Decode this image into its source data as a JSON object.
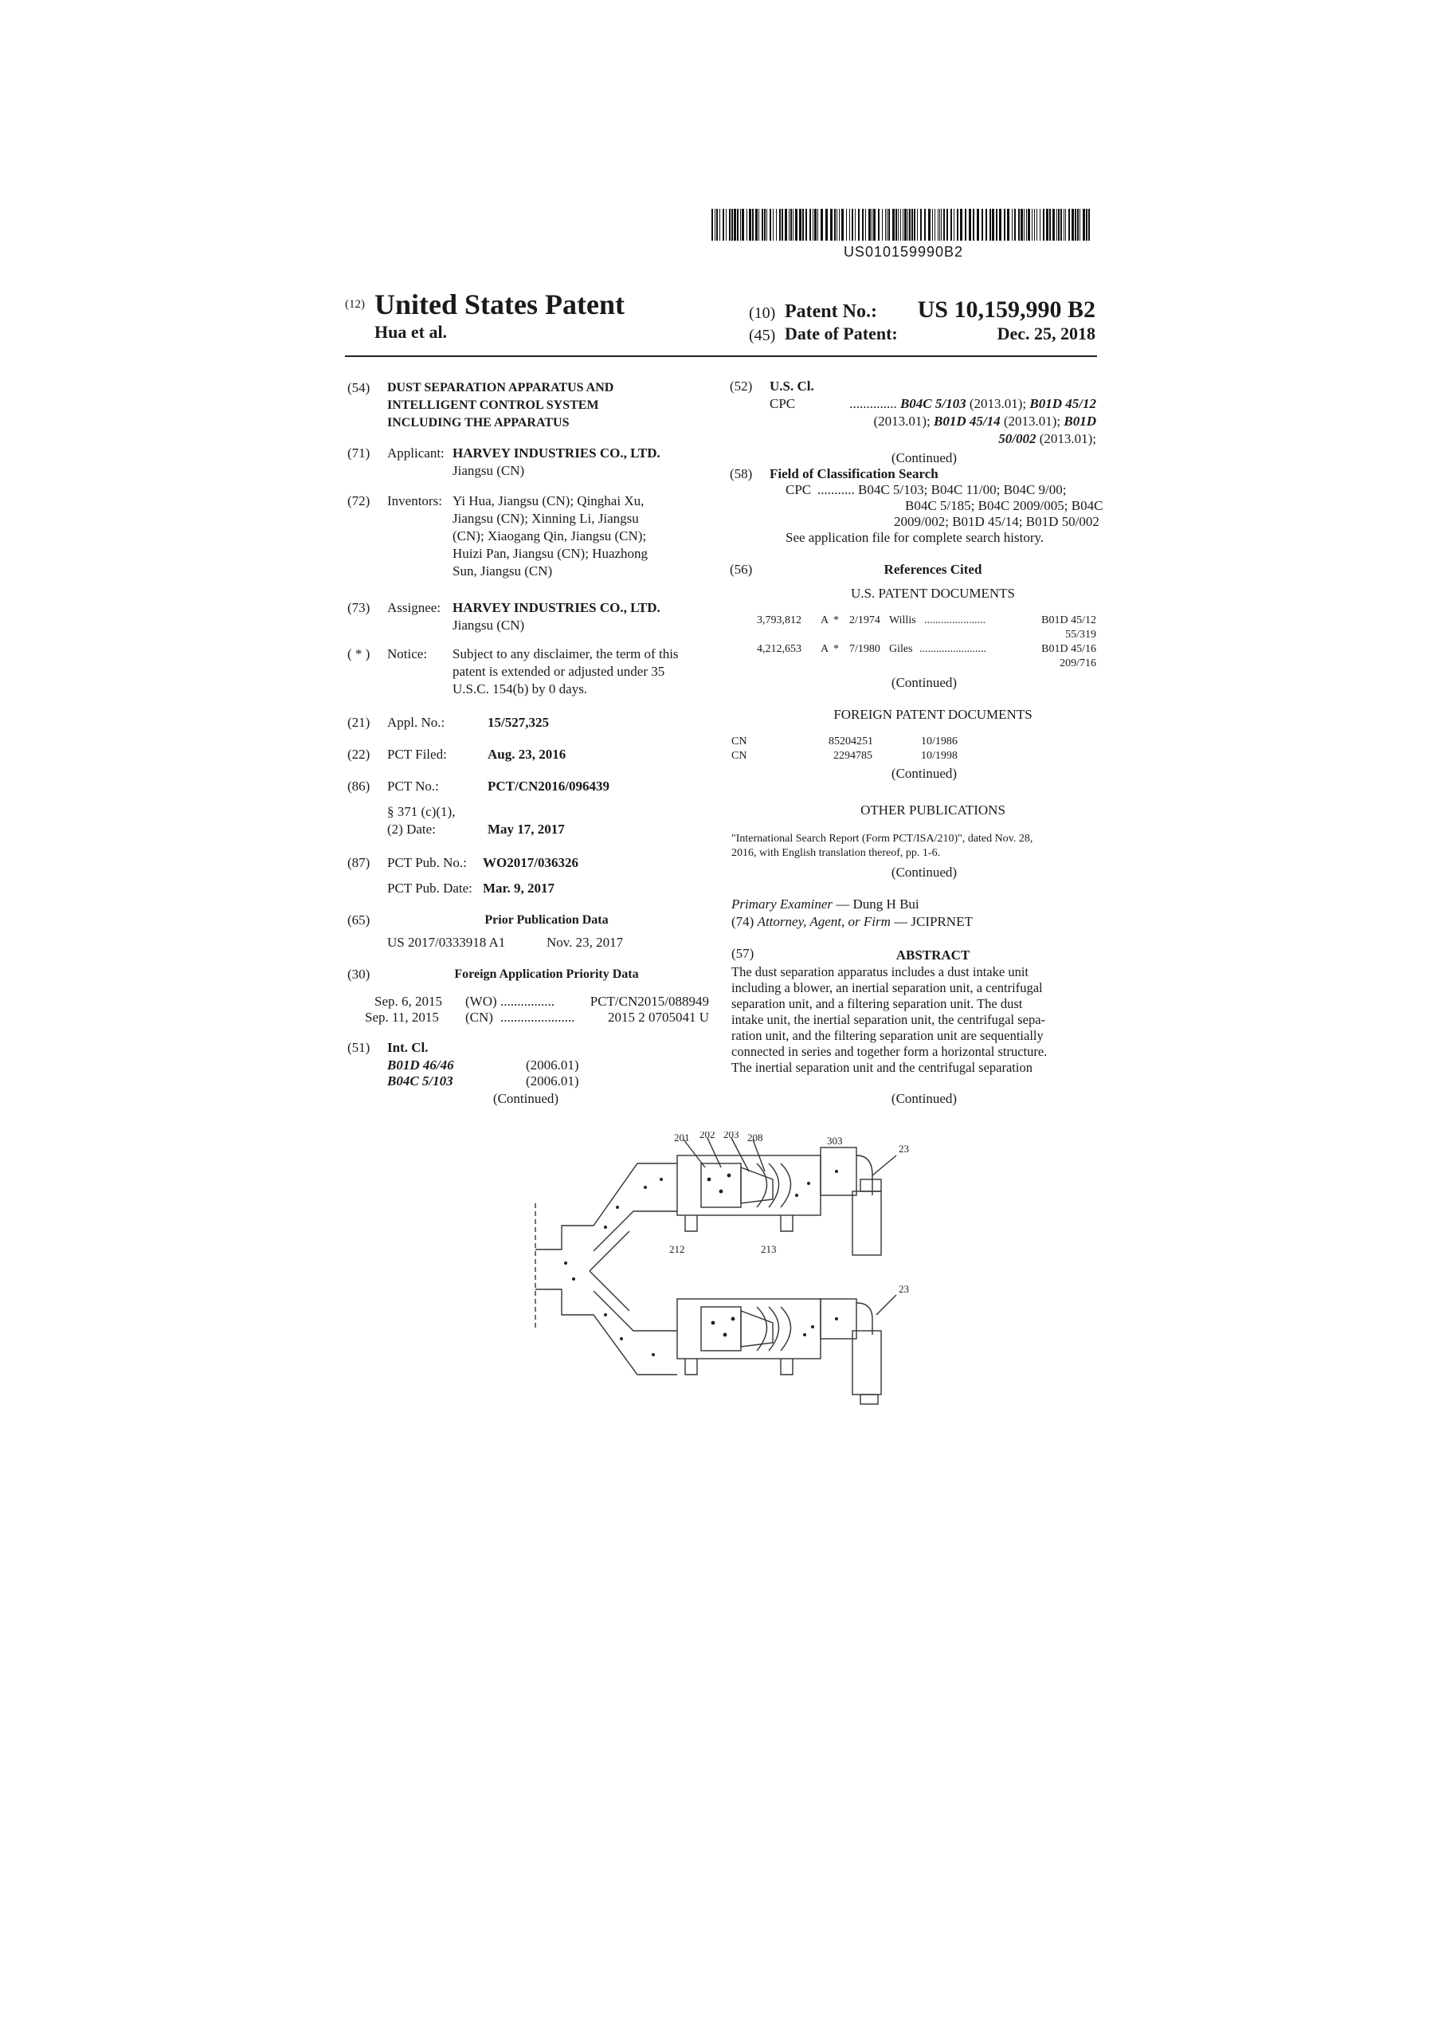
{
  "barcode": {
    "number": "US010159990B2"
  },
  "header": {
    "num12": "(12)",
    "title": "United States Patent",
    "inventor_short": "Hua et al.",
    "num10": "(10)",
    "patent_no_label": "Patent No.:",
    "patent_no": "US 10,159,990 B2",
    "num45": "(45)",
    "date_label": "Date of Patent:",
    "date": "Dec. 25, 2018"
  },
  "left": {
    "f54": {
      "num": "(54)",
      "line1": "DUST SEPARATION APPARATUS AND",
      "line2": "INTELLIGENT CONTROL SYSTEM",
      "line3": "INCLUDING THE APPARATUS"
    },
    "f71": {
      "num": "(71)",
      "label": "Applicant:",
      "name": "HARVEY INDUSTRIES CO., LTD.",
      "loc": "Jiangsu (CN)"
    },
    "f72": {
      "num": "(72)",
      "label": "Inventors:",
      "line1": "Yi Hua, Jiangsu (CN); Qinghai Xu,",
      "line2": "Jiangsu (CN); Xinning Li, Jiangsu",
      "line3": "(CN); Xiaogang Qin, Jiangsu (CN);",
      "line4": "Huizi Pan, Jiangsu (CN); Huazhong",
      "line5": "Sun, Jiangsu (CN)"
    },
    "f73": {
      "num": "(73)",
      "label": "Assignee:",
      "name": "HARVEY INDUSTRIES CO., LTD.",
      "loc": "Jiangsu (CN)"
    },
    "notice": {
      "num": "( * )",
      "label": "Notice:",
      "line1": "Subject to any disclaimer, the term of this",
      "line2": "patent is extended or adjusted under 35",
      "line3": "U.S.C. 154(b) by 0 days."
    },
    "f21": {
      "num": "(21)",
      "label": "Appl. No.:",
      "value": "15/527,325"
    },
    "f22": {
      "num": "(22)",
      "label": "PCT Filed:",
      "value": "Aug. 23, 2016"
    },
    "f86": {
      "num": "(86)",
      "label": "PCT No.:",
      "value": "PCT/CN2016/096439",
      "sub1": "§ 371 (c)(1),",
      "sub2": "(2) Date:",
      "sub_value": "May 17, 2017"
    },
    "f87": {
      "num": "(87)",
      "label": "PCT Pub. No.:",
      "value": "WO2017/036326",
      "sub_label": "PCT Pub. Date:",
      "sub_value": "Mar. 9, 2017"
    },
    "f65": {
      "num": "(65)",
      "heading": "Prior Publication Data",
      "pub": "US 2017/0333918 A1",
      "date": "Nov. 23, 2017"
    },
    "f30": {
      "num": "(30)",
      "heading": "Foreign Application Priority Data",
      "rows": [
        {
          "date": "Sep. 6, 2015",
          "country": "(WO)",
          "dots": "................",
          "number": "PCT/CN2015/088949"
        },
        {
          "date": "Sep. 11, 2015",
          "country": "(CN)",
          "dots": "......................",
          "number": "2015 2 0705041 U"
        }
      ]
    },
    "f51": {
      "num": "(51)",
      "heading": "Int. Cl.",
      "rows": [
        {
          "code": "B01D 46/46",
          "year": "(2006.01)"
        },
        {
          "code": "B04C 5/103",
          "year": "(2006.01)"
        }
      ],
      "continued": "(Continued)"
    }
  },
  "right": {
    "f52": {
      "num": "(52)",
      "heading": "U.S. Cl.",
      "cpc": "CPC",
      "line1_dots": "..............",
      "line1_code": "B04C 5/103",
      "line1_rest": "(2013.01);",
      "line1_code2": "B01D 45/12",
      "line2_a": "(2013.01);",
      "line2_code": "B01D 45/14",
      "line2_b": "(2013.01);",
      "line2_code2": "B01D",
      "line3_code": "50/002",
      "line3_rest": "(2013.01);",
      "continued": "(Continued)"
    },
    "f58": {
      "num": "(58)",
      "heading": "Field of Classification Search",
      "cpc": "CPC",
      "line1": "........... B04C 5/103; B04C 11/00; B04C 9/00;",
      "line2": "B04C 5/185; B04C 2009/005; B04C",
      "line3": "2009/002; B01D 45/14; B01D 50/002",
      "line4": "See application file for complete search history."
    },
    "f56": {
      "num": "(56)",
      "heading": "References Cited",
      "us_heading": "U.S. PATENT DOCUMENTS",
      "us_rows": [
        {
          "no": "3,793,812",
          "kind": "A",
          "star": "*",
          "date": "2/1974",
          "name": "Willis",
          "dots": "......................",
          "code": "B01D 45/12",
          "sub": "55/319"
        },
        {
          "no": "4,212,653",
          "kind": "A",
          "star": "*",
          "date": "7/1980",
          "name": "Giles",
          "dots": "........................",
          "code": "B01D 45/16",
          "sub": "209/716"
        }
      ],
      "continued1": "(Continued)",
      "foreign_heading": "FOREIGN PATENT DOCUMENTS",
      "foreign_rows": [
        {
          "country": "CN",
          "no": "85204251",
          "date": "10/1986"
        },
        {
          "country": "CN",
          "no": "2294785",
          "date": "10/1998"
        }
      ],
      "continued2": "(Continued)",
      "other_heading": "OTHER PUBLICATIONS",
      "other_line1": "\"International Search Report (Form PCT/ISA/210)\", dated Nov. 28,",
      "other_line2": "2016, with English translation thereof, pp. 1-6.",
      "continued3": "(Continued)"
    },
    "examiner": {
      "label": "Primary Examiner",
      "dash": "—",
      "name": "Dung H Bui"
    },
    "f74": {
      "num": "(74)",
      "label": "Attorney, Agent, or Firm",
      "dash": "—",
      "name": "JCIPRNET"
    },
    "f57": {
      "num": "(57)",
      "heading": "ABSTRACT",
      "line1": "The dust separation apparatus includes a dust intake unit",
      "line2": "including a blower, an inertial separation unit, a centrifugal",
      "line3": "separation unit, and a filtering separation unit. The dust",
      "line4": "intake unit, the inertial separation unit, the centrifugal sepa-",
      "line5": "ration unit, and the filtering separation unit are sequentially",
      "line6": "connected in series and together form a horizontal structure.",
      "line7": "The inertial separation unit and the centrifugal separation",
      "continued": "(Continued)"
    }
  },
  "figure": {
    "labels": {
      "l201": "201",
      "l202": "202",
      "l203": "203",
      "l208": "208",
      "l303": "303",
      "l23a": "23",
      "l212": "212",
      "l213": "213",
      "l23b": "23"
    }
  }
}
